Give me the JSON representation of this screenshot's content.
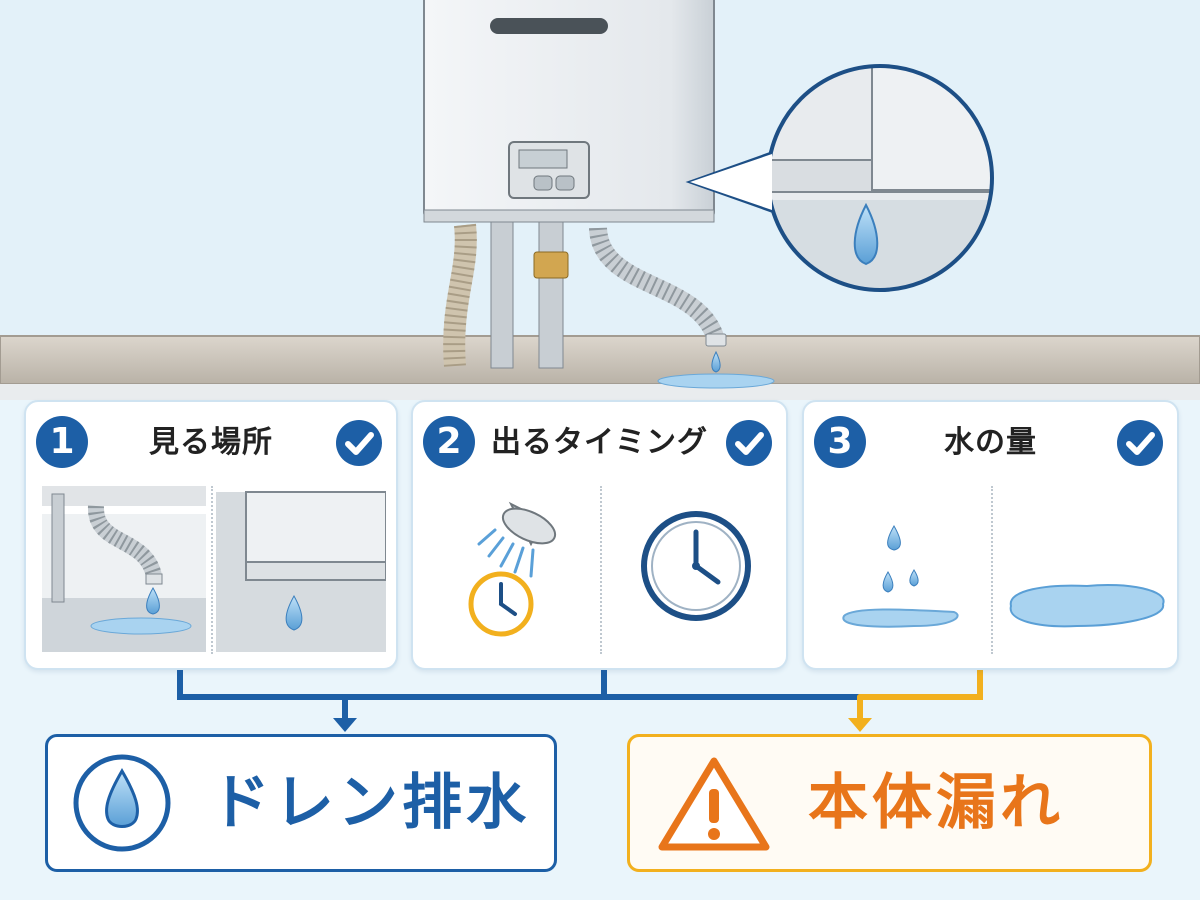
{
  "colors": {
    "primary_blue": "#1d5fa6",
    "warning_orange": "#e8751a",
    "warning_yellow": "#f2b01e",
    "water": "#8ec4ea",
    "wall": "#eaf5fb"
  },
  "panels": [
    {
      "number": "1",
      "title": "見る場所",
      "checked": true,
      "left_icon": "drain-hose-drip-illustration",
      "right_icon": "unit-corner-drip-illustration"
    },
    {
      "number": "2",
      "title": "出るタイミング",
      "checked": true,
      "left_icon": "shower-with-timer-icon",
      "right_icon": "clock-icon"
    },
    {
      "number": "3",
      "title": "水の量",
      "checked": true,
      "left_icon": "small-drips-puddle-icon",
      "right_icon": "large-puddle-icon"
    }
  ],
  "results": [
    {
      "label": "ドレン排水",
      "icon": "water-drop-icon",
      "color": "#1d5fa6"
    },
    {
      "label": "本体漏れ",
      "icon": "warning-triangle-icon",
      "color": "#e8751a"
    }
  ]
}
